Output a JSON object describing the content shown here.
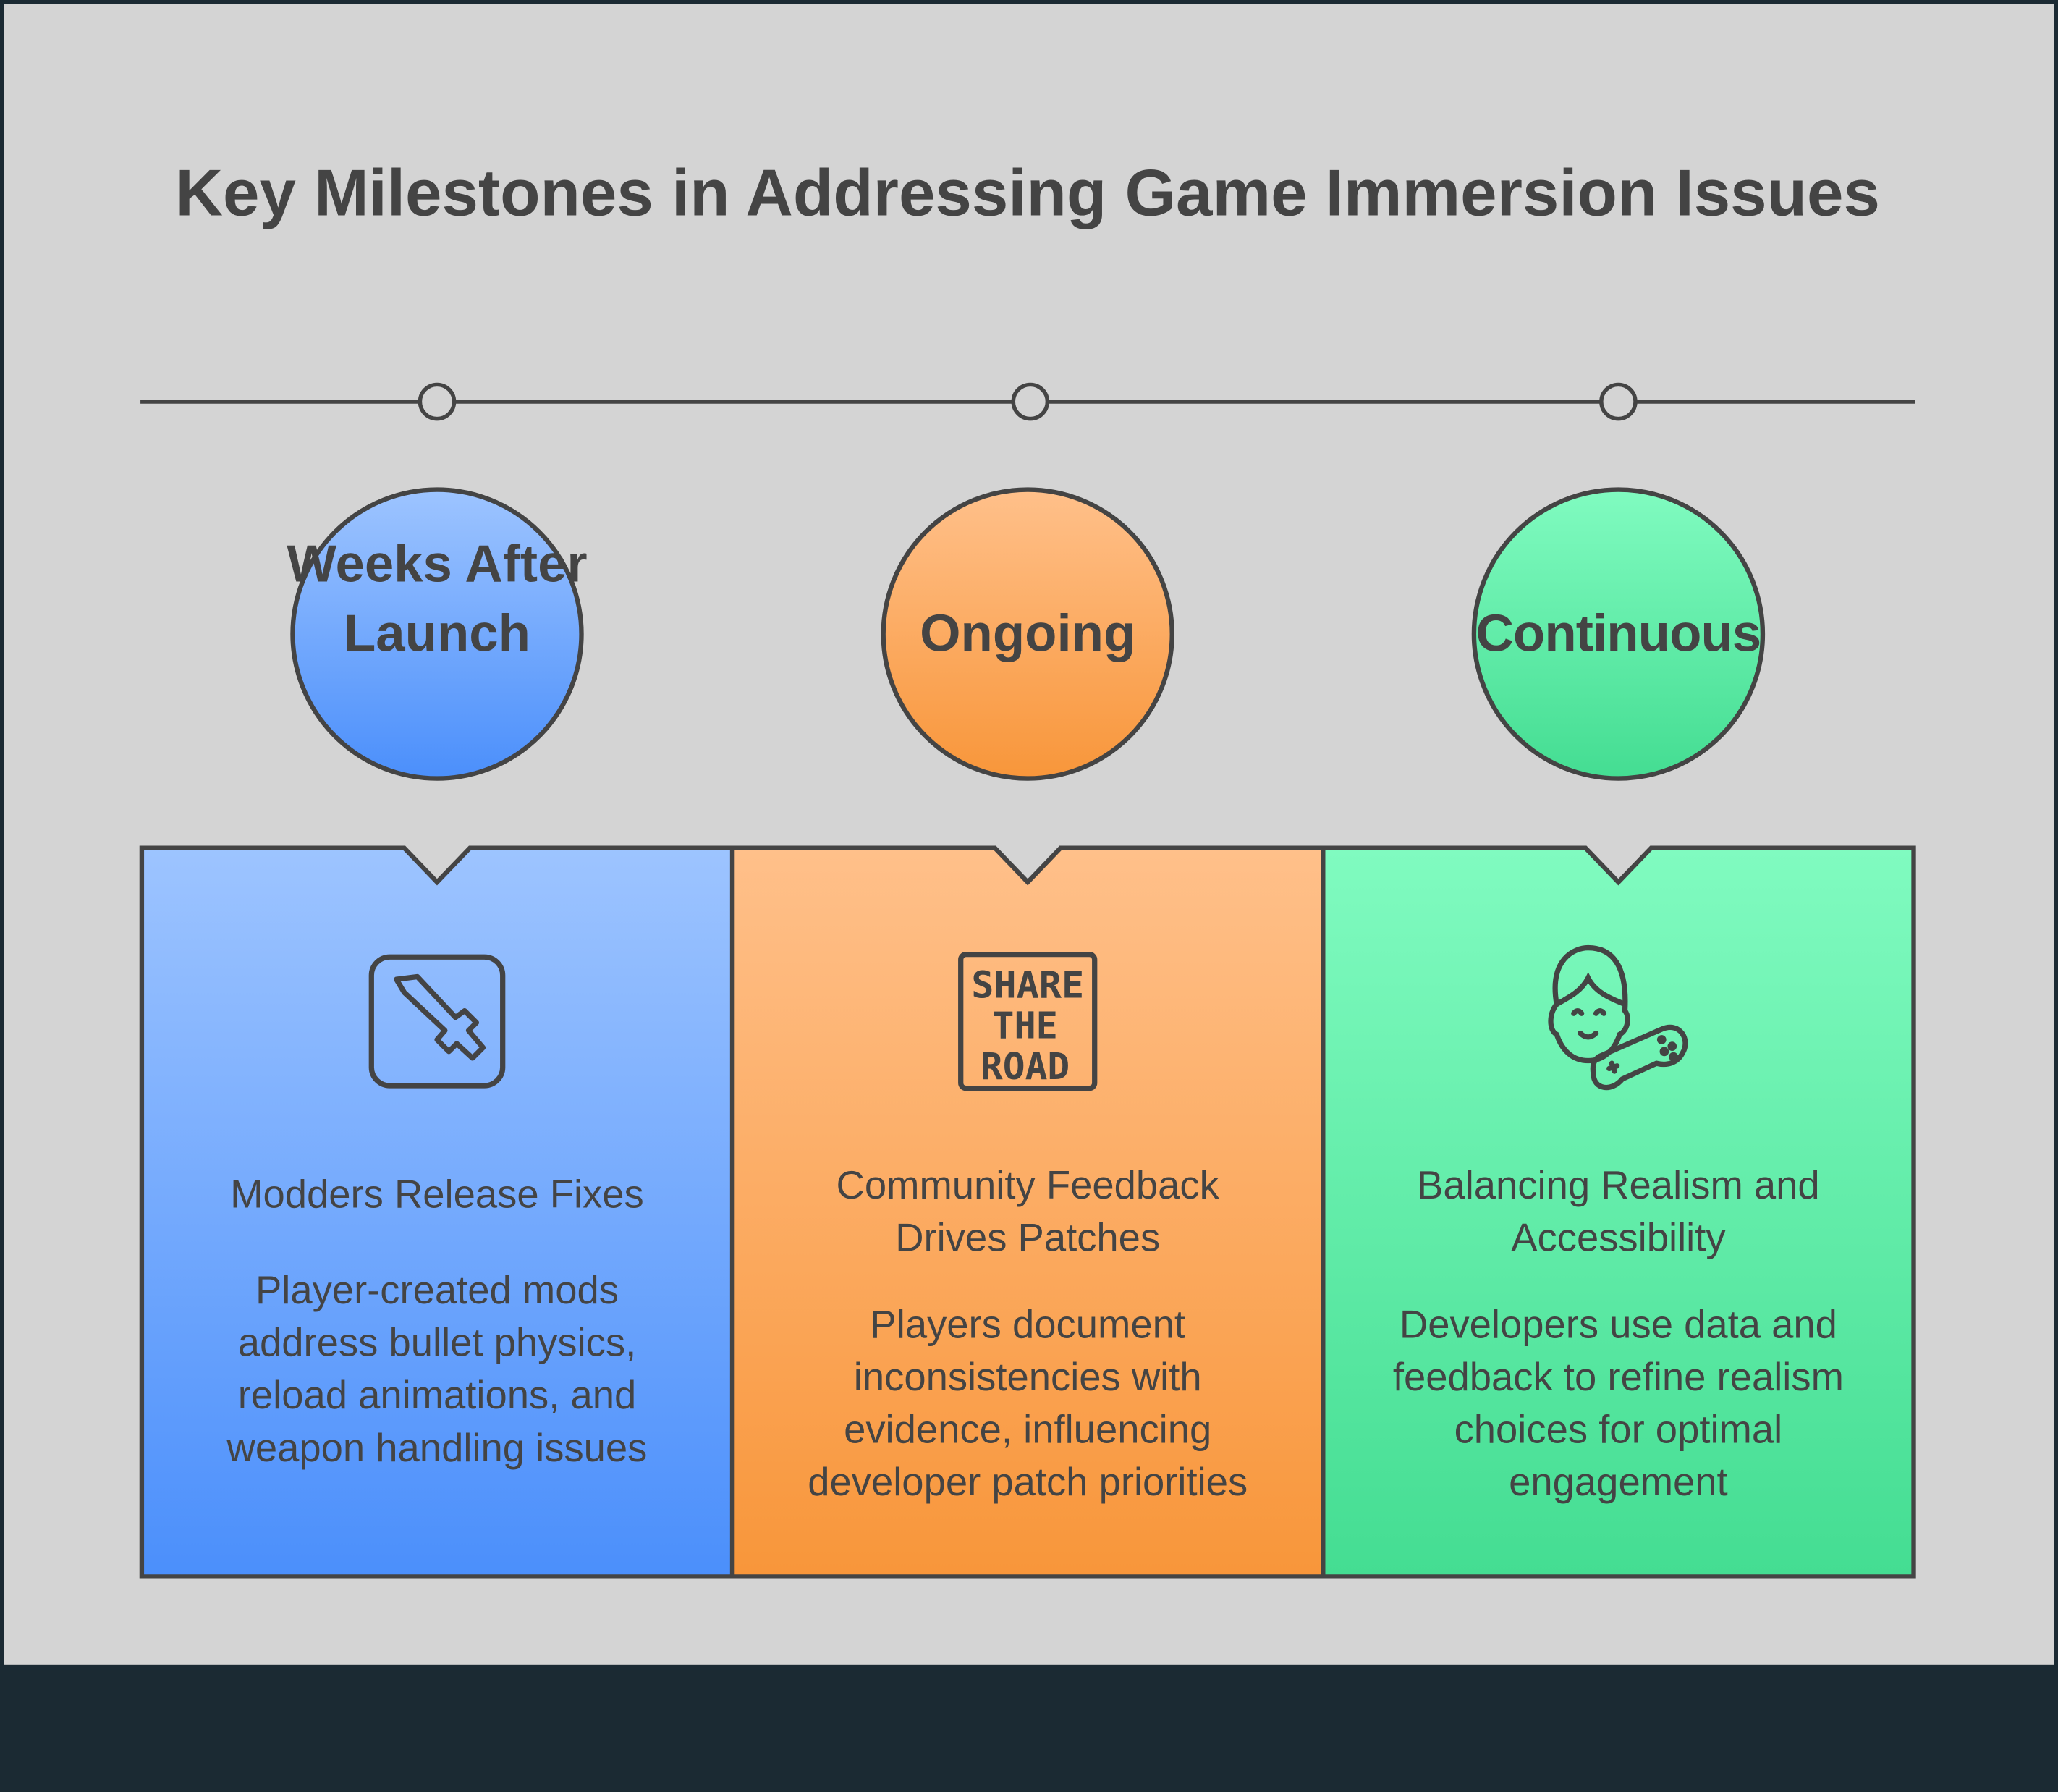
{
  "title": "Key Milestones in Addressing Game Immersion Issues",
  "colors": {
    "blue_top": "#9dc4ff",
    "blue_bottom": "#4b8ffb",
    "orange_top": "#ffc08a",
    "orange_bottom": "#f8963a",
    "green_top": "#80fbc0",
    "green_bottom": "#44dd92",
    "stroke": "#444444"
  },
  "milestones": [
    {
      "time_label": "Weeks After Launch",
      "icon": "sword-icon",
      "heading": "Modders Release Fixes",
      "description": "Player-created mods address bullet physics, reload animations, and weapon handling issues"
    },
    {
      "time_label": "Ongoing",
      "icon": "share-the-road-sign-icon",
      "icon_text": [
        "SHARE",
        "THE",
        "ROAD"
      ],
      "heading": "Community Feedback Drives Patches",
      "description": "Players document inconsistencies with evidence, influencing developer patch priorities"
    },
    {
      "time_label": "Continuous",
      "icon": "gamer-with-controller-icon",
      "heading": "Balancing Realism and Accessibility",
      "description": "Developers use data and feedback to refine realism choices for optimal engagement"
    }
  ]
}
